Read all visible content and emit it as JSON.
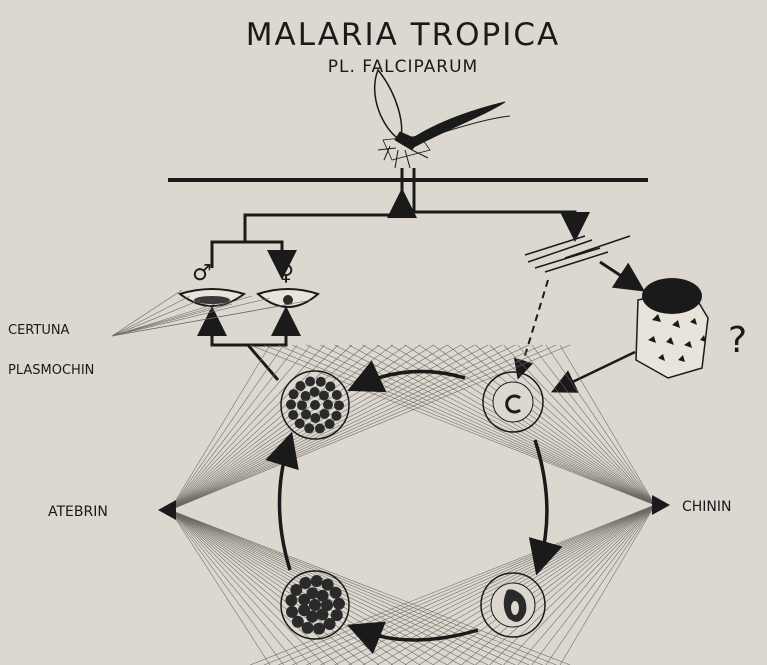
{
  "title": "MALARIA TROPICA",
  "subtitle": "PL. FALCIPARUM",
  "labels": {
    "drug_left_top": "CERTUNA",
    "drug_left_mid": "PLASMOCHIN",
    "drug_left": "ATEBRIN",
    "drug_right": "CHININ",
    "question_mark": "?",
    "male_symbol": "♂",
    "female_symbol": "♀"
  },
  "colors": {
    "paper": "#dcd8cf",
    "ink": "#1a1a1a",
    "hatch": "#6b6862"
  }
}
